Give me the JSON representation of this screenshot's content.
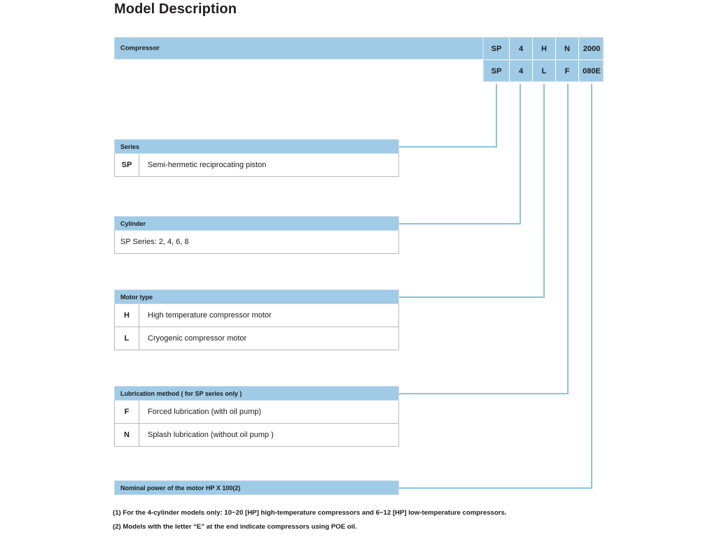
{
  "page": {
    "title": "Model Description",
    "accent_color": "#9fcbe6",
    "line_color": "#8cc2e0",
    "text_color": "#1b1b1b",
    "background": "#ffffff"
  },
  "code_table": {
    "label": "Compressor",
    "columns": [
      "series",
      "cylinder",
      "motor_type",
      "lubrication",
      "nominal_power"
    ],
    "rows": [
      [
        "SP",
        "4",
        "H",
        "N",
        "2000"
      ],
      [
        "SP",
        "4",
        "L",
        "F",
        "080E"
      ]
    ]
  },
  "sections": [
    {
      "id": "series",
      "header": "Series",
      "rows": [
        {
          "code": "SP",
          "description": "Semi-hermetic reciprocating piston"
        }
      ]
    },
    {
      "id": "cylinder",
      "header": "Cylinder",
      "rows": [
        {
          "code": "",
          "description": "SP Series: 2, 4, 6, 8"
        }
      ]
    },
    {
      "id": "motor",
      "header": "Motor type",
      "rows": [
        {
          "code": "H",
          "description": "High temperature compressor motor"
        },
        {
          "code": "L",
          "description": "Cryogenic compressor motor"
        }
      ]
    },
    {
      "id": "lubrication",
      "header": "Lubrication method ( for SP series only )",
      "rows": [
        {
          "code": "F",
          "description": "Forced lubrication (with oil pump)"
        },
        {
          "code": "N",
          "description": "Splash lubrication (without oil pump )"
        }
      ]
    },
    {
      "id": "power",
      "header": "Nominal power of the motor HP X 100(2)",
      "rows": []
    }
  ],
  "footnotes": [
    "(1) For the 4-cylinder models only: 10~20 [HP] high-temperature compressors and 6~12 [HP] low-temperature compressors.",
    "(2) Models with the letter   “E”   at the end indicate compressors using POE oil."
  ]
}
